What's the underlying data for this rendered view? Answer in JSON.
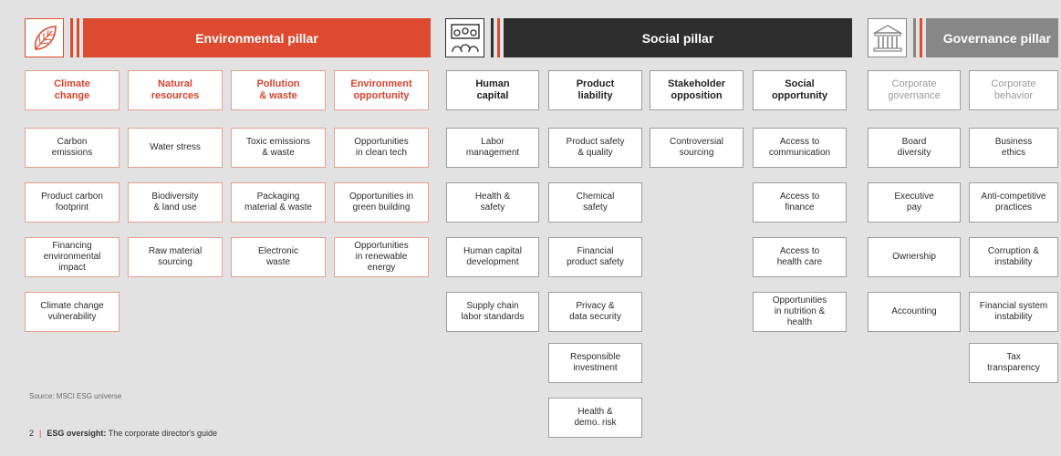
{
  "pillars": {
    "environmental": {
      "title": "Environmental pillar",
      "color": "#dd4a2f",
      "icon": "leaf-icon",
      "columns": [
        {
          "header": "Climate\nchange",
          "items": [
            "Carbon\nemissions",
            "Product carbon\nfootprint",
            "Financing\nenvironmental\nimpact",
            "Climate change\nvulnerability"
          ]
        },
        {
          "header": "Natural\nresources",
          "items": [
            "Water stress",
            "Biodiversity\n& land use",
            "Raw material\nsourcing"
          ]
        },
        {
          "header": "Pollution\n& waste",
          "items": [
            "Toxic emissions\n& waste",
            "Packaging\nmaterial & waste",
            "Electronic\nwaste"
          ]
        },
        {
          "header": "Environment\nopportunity",
          "items": [
            "Opportunities\nin clean tech",
            "Opportunities in\ngreen building",
            "Opportunities\nin renewable\nenergy"
          ]
        }
      ]
    },
    "social": {
      "title": "Social pillar",
      "color": "#2e2e2e",
      "icon": "people-icon",
      "columns": [
        {
          "header": "Human\ncapital",
          "items": [
            "Labor\nmanagement",
            "Health &\nsafety",
            "Human capital\ndevelopment",
            "Supply chain\nlabor standards"
          ]
        },
        {
          "header": "Product\nliability",
          "items": [
            "Product safety\n& quality",
            "Chemical\nsafety",
            "Financial\nproduct safety",
            "Privacy &\ndata security",
            "Responsible\ninvestment",
            "Health &\ndemo. risk"
          ]
        },
        {
          "header": "Stakeholder\nopposition",
          "items": [
            "Controversial\nsourcing"
          ]
        },
        {
          "header": "Social\nopportunity",
          "items": [
            "Access to\ncommunication",
            "Access to\nfinance",
            "Access to\nhealth care",
            "Opportunities\nin nutrition &\nhealth"
          ]
        }
      ]
    },
    "governance": {
      "title": "Governance pillar",
      "color": "#878787",
      "icon": "building-icon",
      "columns": [
        {
          "header": "Corporate\ngovernance",
          "items": [
            "Board\ndiversity",
            "Executive\npay",
            "Ownership",
            "Accounting"
          ]
        },
        {
          "header": "Corporate\nbehavior",
          "items": [
            "Business\nethics",
            "Anti-competitive\npractices",
            "Corruption &\ninstability",
            "Financial system\ninstability",
            "Tax\ntransparency"
          ]
        }
      ]
    }
  },
  "source": "Source: MSCI ESG universe",
  "footer": {
    "page_number": "2",
    "separator": "|",
    "title_bold": "ESG oversight:",
    "title_rest": " The corporate director's guide"
  }
}
